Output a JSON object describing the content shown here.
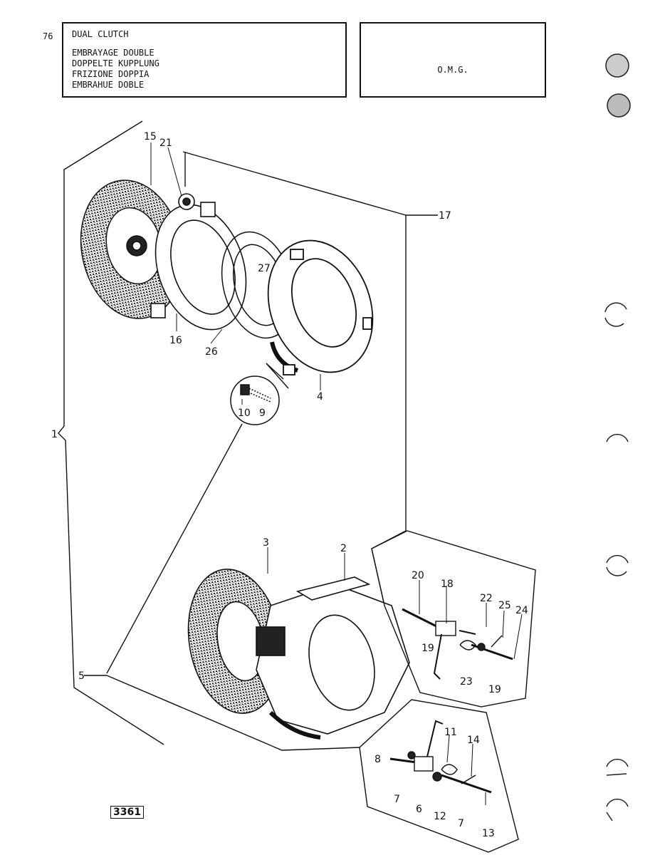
{
  "header": {
    "page_number": "76",
    "title": "DUAL CLUTCH",
    "translations": [
      "EMBRAYAGE DOUBLE",
      "DOPPELTE KUPPLUNG",
      "FRIZIONE DOPPIA",
      "EMBRAHUE DOBLE"
    ],
    "manufacturer_code": "O.M.G."
  },
  "callouts": {
    "c1": "1",
    "c2": "2",
    "c3": "3",
    "c4": "4",
    "c5": "5",
    "c6": "6",
    "c7a": "7",
    "c7b": "7",
    "c8": "8",
    "c9": "9",
    "c10": "10",
    "c11": "11",
    "c12": "12",
    "c13": "13",
    "c14": "14",
    "c15": "15",
    "c16": "16",
    "c17": "17",
    "c18": "18",
    "c19a": "19",
    "c19b": "19",
    "c20": "20",
    "c21": "21",
    "c22": "22",
    "c23": "23",
    "c24": "24",
    "c25": "25",
    "c26": "26",
    "c27": "27"
  },
  "footer": {
    "reference": "3361"
  }
}
